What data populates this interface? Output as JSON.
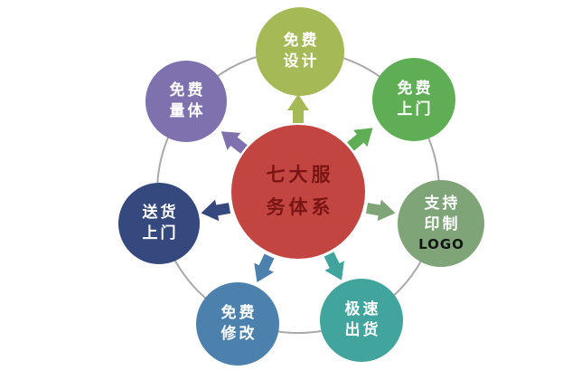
{
  "diagram_title": "七大服务体系",
  "ring_color": "#a9a9a9",
  "center": {
    "lines": [
      "七大服",
      "务体系"
    ],
    "color": "#c24542",
    "text_color": "#7a1513"
  },
  "nodes": [
    {
      "id": "free-design",
      "lines": [
        "免费",
        "设计"
      ],
      "color": "#a6b957"
    },
    {
      "id": "free-visit",
      "lines": [
        "免费",
        "上门"
      ],
      "color": "#5fae55"
    },
    {
      "id": "logo-printing",
      "lines": [
        "支持",
        "印制",
        "LOGO"
      ],
      "color": "#7ea477"
    },
    {
      "id": "fast-shipping",
      "lines": [
        "极速",
        "出货"
      ],
      "color": "#41a59e"
    },
    {
      "id": "free-revision",
      "lines": [
        "免费",
        "修改"
      ],
      "color": "#4c80ad"
    },
    {
      "id": "home-delivery",
      "lines": [
        "送货",
        "上门"
      ],
      "color": "#36497e"
    },
    {
      "id": "free-measurement",
      "lines": [
        "免费",
        "量体"
      ],
      "color": "#7f70ae"
    }
  ]
}
